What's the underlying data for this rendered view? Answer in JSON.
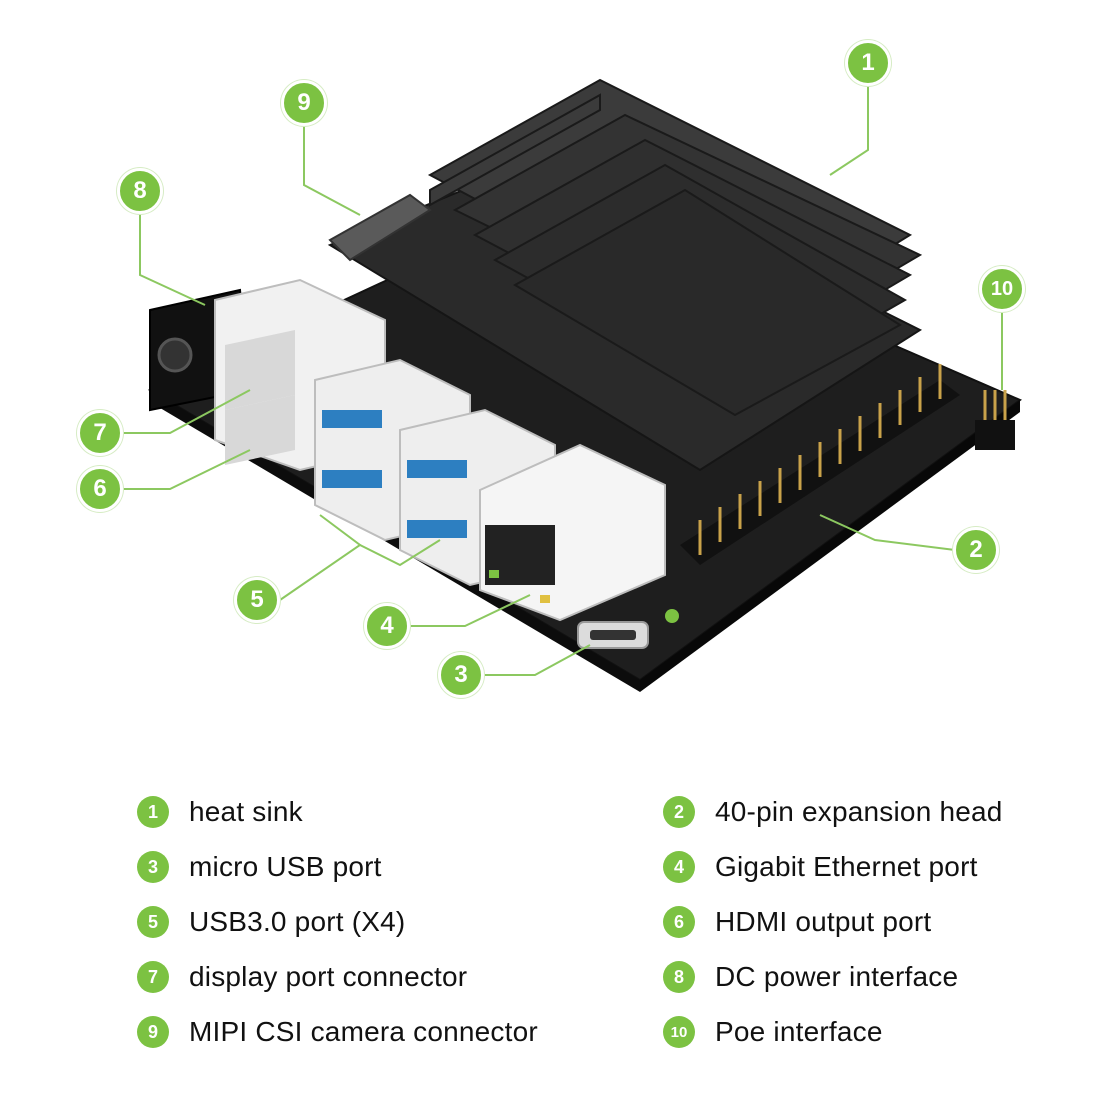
{
  "accent_color": "#7cc242",
  "callouts": [
    {
      "num": "1"
    },
    {
      "num": "2"
    },
    {
      "num": "3"
    },
    {
      "num": "4"
    },
    {
      "num": "5"
    },
    {
      "num": "6"
    },
    {
      "num": "7"
    },
    {
      "num": "8"
    },
    {
      "num": "9"
    },
    {
      "num": "10"
    }
  ],
  "legend": [
    {
      "num": "1",
      "label": "heat sink"
    },
    {
      "num": "2",
      "label": "40-pin expansion head"
    },
    {
      "num": "3",
      "label": "micro USB port"
    },
    {
      "num": "4",
      "label": "Gigabit Ethernet port"
    },
    {
      "num": "5",
      "label": "USB3.0 port (X4)"
    },
    {
      "num": "6",
      "label": "HDMI output port"
    },
    {
      "num": "7",
      "label": "display port connector"
    },
    {
      "num": "8",
      "label": "DC power interface"
    },
    {
      "num": "9",
      "label": "MIPI CSI camera connector"
    },
    {
      "num": "10",
      "label": "Poe interface"
    }
  ]
}
